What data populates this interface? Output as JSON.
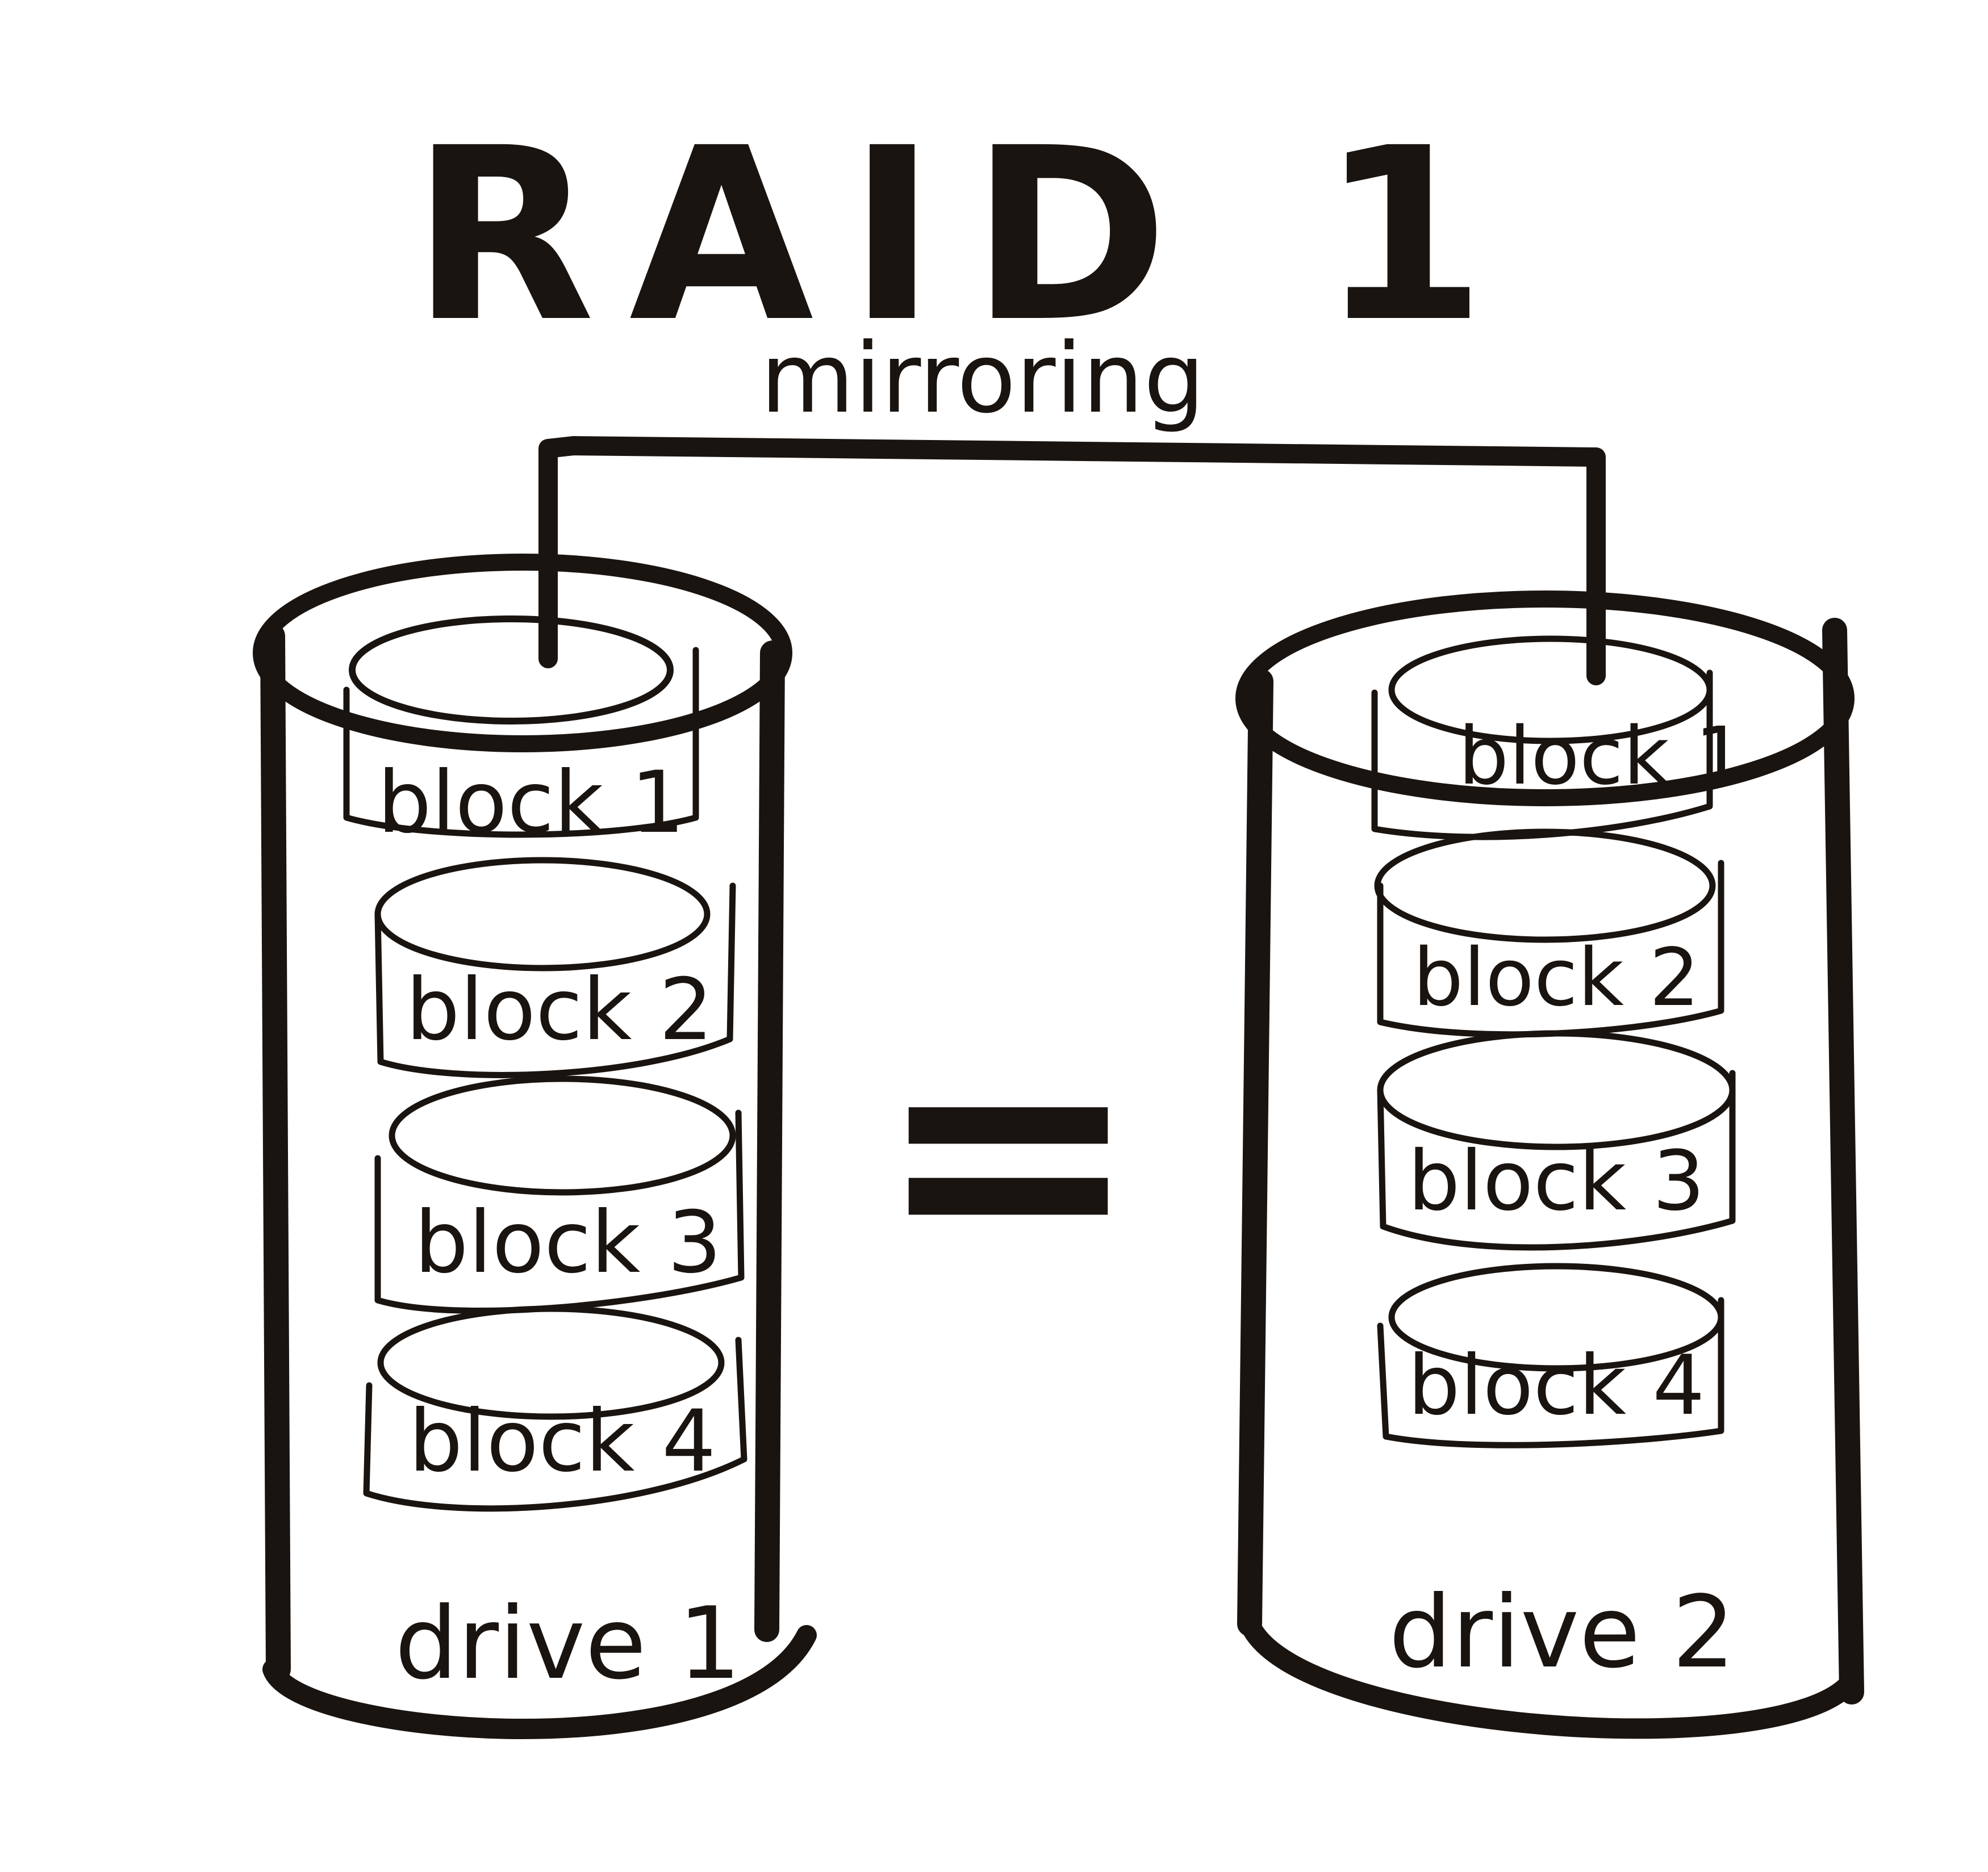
{
  "title": "RAID 1",
  "subtitle": "mirroring",
  "relation": "=",
  "drives": [
    {
      "label": "drive 1",
      "blocks": [
        "block 1",
        "block 2",
        "block 3",
        "block 4"
      ]
    },
    {
      "label": "drive 2",
      "blocks": [
        "block 1",
        "block 2",
        "block 3",
        "block 4"
      ]
    }
  ],
  "colors": {
    "ink": "#1a1410",
    "paper": "#ffffff"
  }
}
